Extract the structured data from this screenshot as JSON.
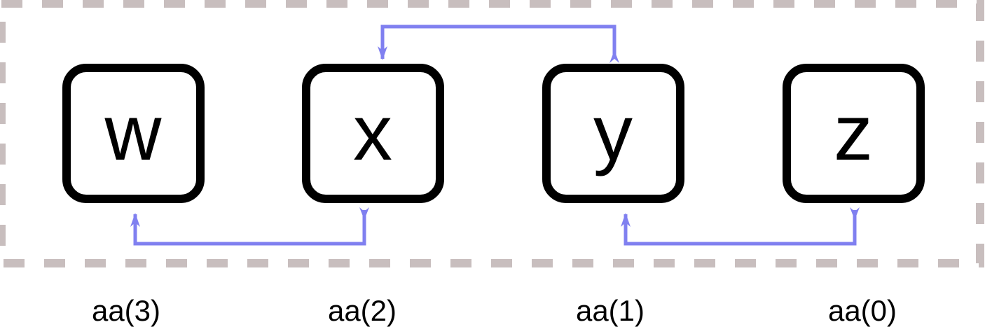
{
  "colors": {
    "box_border": "#000000",
    "group_border": "#c8bebe",
    "arrow": "#8080f0",
    "text": "#000000"
  },
  "boxes": [
    {
      "letter": "w",
      "index_label": "aa(3)"
    },
    {
      "letter": "x",
      "index_label": "aa(2)"
    },
    {
      "letter": "y",
      "index_label": "aa(1)"
    },
    {
      "letter": "z",
      "index_label": "aa(0)"
    }
  ],
  "connectors": [
    {
      "from": "y",
      "to": "x",
      "side": "top"
    },
    {
      "from": "x",
      "to": "w",
      "side": "bottom"
    },
    {
      "from": "z",
      "to": "y",
      "side": "bottom"
    }
  ]
}
